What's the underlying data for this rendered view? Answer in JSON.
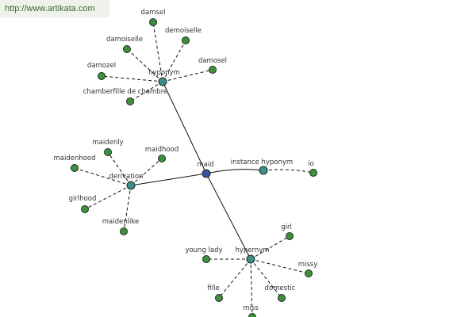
{
  "watermark": {
    "text": "http://www.artikata.com"
  },
  "colors": {
    "center": "#3d4fa0",
    "relation": "#3e8f87",
    "leaf": "#3f8f3f"
  },
  "nodes": {
    "maid": {
      "label": "maid",
      "kind": "center"
    },
    "hyponym": {
      "label": "hyponym",
      "kind": "relation"
    },
    "derivation": {
      "label": "derivation",
      "kind": "relation"
    },
    "instance_hyponym": {
      "label": "instance hyponym",
      "kind": "relation"
    },
    "hypernym": {
      "label": "hypernym",
      "kind": "relation"
    },
    "damsel": {
      "label": "damsel",
      "kind": "leaf"
    },
    "damoiselle": {
      "label": "damoiselle",
      "kind": "leaf"
    },
    "demoiselle": {
      "label": "demoiselle",
      "kind": "leaf"
    },
    "damozel": {
      "label": "damozel",
      "kind": "leaf"
    },
    "damosel": {
      "label": "damosel",
      "kind": "leaf"
    },
    "chamberfille": {
      "label": "chamberfille de chambre",
      "kind": "leaf"
    },
    "maidenly": {
      "label": "maidenly",
      "kind": "leaf"
    },
    "maidhood": {
      "label": "maidhood",
      "kind": "leaf"
    },
    "maidenhood": {
      "label": "maidenhood",
      "kind": "leaf"
    },
    "girlhood": {
      "label": "girlhood",
      "kind": "leaf"
    },
    "maidenlike": {
      "label": "maidenlike",
      "kind": "leaf"
    },
    "io": {
      "label": "io",
      "kind": "leaf"
    },
    "girl": {
      "label": "girl",
      "kind": "leaf"
    },
    "young_lady": {
      "label": "young lady",
      "kind": "leaf"
    },
    "missy": {
      "label": "missy",
      "kind": "leaf"
    },
    "fille": {
      "label": "fille",
      "kind": "leaf"
    },
    "domestic": {
      "label": "domestic",
      "kind": "leaf"
    },
    "miss": {
      "label": "miss",
      "kind": "leaf"
    }
  },
  "edges": [
    {
      "from": "maid",
      "to": "hyponym",
      "style": "solid"
    },
    {
      "from": "maid",
      "to": "derivation",
      "style": "solid"
    },
    {
      "from": "maid",
      "to": "instance_hyponym",
      "style": "solid"
    },
    {
      "from": "maid",
      "to": "hypernym",
      "style": "solid"
    },
    {
      "from": "hyponym",
      "to": "damsel",
      "style": "dashed"
    },
    {
      "from": "hyponym",
      "to": "damoiselle",
      "style": "dashed"
    },
    {
      "from": "hyponym",
      "to": "demoiselle",
      "style": "dashed"
    },
    {
      "from": "hyponym",
      "to": "damozel",
      "style": "dashed"
    },
    {
      "from": "hyponym",
      "to": "damosel",
      "style": "dashed"
    },
    {
      "from": "hyponym",
      "to": "chamberfille",
      "style": "dashed"
    },
    {
      "from": "derivation",
      "to": "maidenly",
      "style": "dashed"
    },
    {
      "from": "derivation",
      "to": "maidhood",
      "style": "dashed"
    },
    {
      "from": "derivation",
      "to": "maidenhood",
      "style": "dashed"
    },
    {
      "from": "derivation",
      "to": "girlhood",
      "style": "dashed"
    },
    {
      "from": "derivation",
      "to": "maidenlike",
      "style": "dashed"
    },
    {
      "from": "instance_hyponym",
      "to": "io",
      "style": "dashed"
    },
    {
      "from": "hypernym",
      "to": "girl",
      "style": "dashed"
    },
    {
      "from": "hypernym",
      "to": "young_lady",
      "style": "dashed"
    },
    {
      "from": "hypernym",
      "to": "missy",
      "style": "dashed"
    },
    {
      "from": "hypernym",
      "to": "fille",
      "style": "dashed"
    },
    {
      "from": "hypernym",
      "to": "domestic",
      "style": "dashed"
    },
    {
      "from": "hypernym",
      "to": "miss",
      "style": "dashed"
    }
  ]
}
